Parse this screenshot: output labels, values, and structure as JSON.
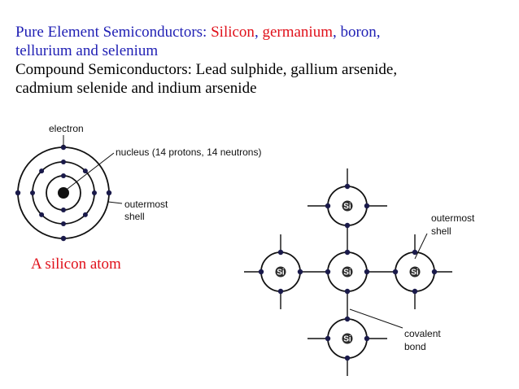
{
  "text": {
    "line1": {
      "prefix": "Pure Element Semiconductors: ",
      "silicon": "Silicon",
      "comma1": ", ",
      "germanium": "germanium",
      "comma2": ", ",
      "boron": "boron,"
    },
    "line2": "tellurium and selenium",
    "line3": "Compound Semiconductors:  Lead sulphide,  gallium arsenide,",
    "line4": "cadmium selenide and indium arsenide"
  },
  "atom_diagram": {
    "electron_label": "electron",
    "nucleus_label": "nucleus (14 protons, 14 neutrons)",
    "outermost_label_1": "outermost",
    "outermost_label_2": "shell",
    "caption": "A silicon atom"
  },
  "lattice_diagram": {
    "atom_symbol": "Si",
    "outermost_label_1": "outermost",
    "outermost_label_2": "shell",
    "covalent_label_1": "covalent",
    "covalent_label_2": "bond"
  },
  "colors": {
    "blue_text": "#1f1fb4",
    "red_text": "#e0101a",
    "electron_dot": "#1a1a4a"
  }
}
